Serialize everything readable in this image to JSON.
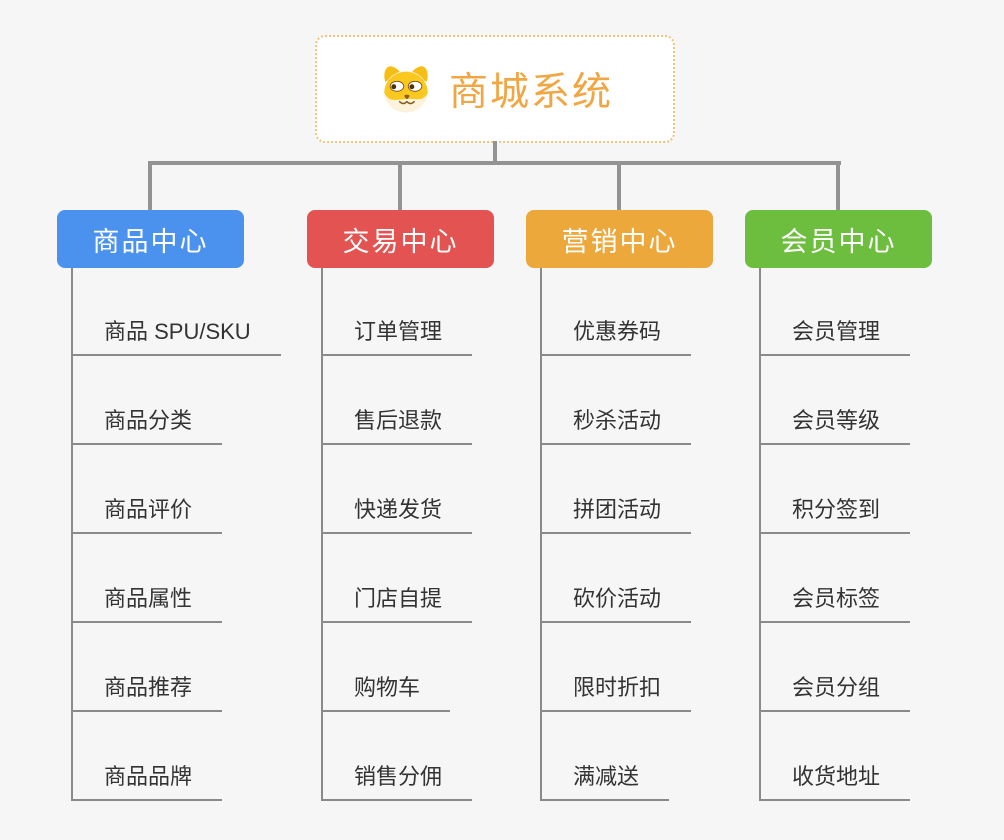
{
  "root": {
    "title": "商城系统",
    "icon": "dog-face-icon"
  },
  "branches": [
    {
      "label": "商品中心",
      "color": "#4B92EE",
      "items": [
        "商品 SPU/SKU",
        "商品分类",
        "商品评价",
        "商品属性",
        "商品推荐",
        "商品品牌"
      ]
    },
    {
      "label": "交易中心",
      "color": "#E25351",
      "items": [
        "订单管理",
        "售后退款",
        "快递发货",
        "门店自提",
        "购物车",
        "销售分佣"
      ]
    },
    {
      "label": "营销中心",
      "color": "#EDA83C",
      "items": [
        "优惠券码",
        "秒杀活动",
        "拼团活动",
        "砍价活动",
        "限时折扣",
        "满减送"
      ]
    },
    {
      "label": "会员中心",
      "color": "#6DBE3E",
      "items": [
        "会员管理",
        "会员等级",
        "积分签到",
        "会员标签",
        "会员分组",
        "收货地址"
      ]
    }
  ],
  "colors": {
    "background": "#F6F6F6",
    "root_text": "#F0A642",
    "root_border": "#F2C377",
    "connector": "#939393",
    "item_line": "#8A8A8A",
    "item_text": "#333333",
    "node_text": "#FFFFFF"
  }
}
